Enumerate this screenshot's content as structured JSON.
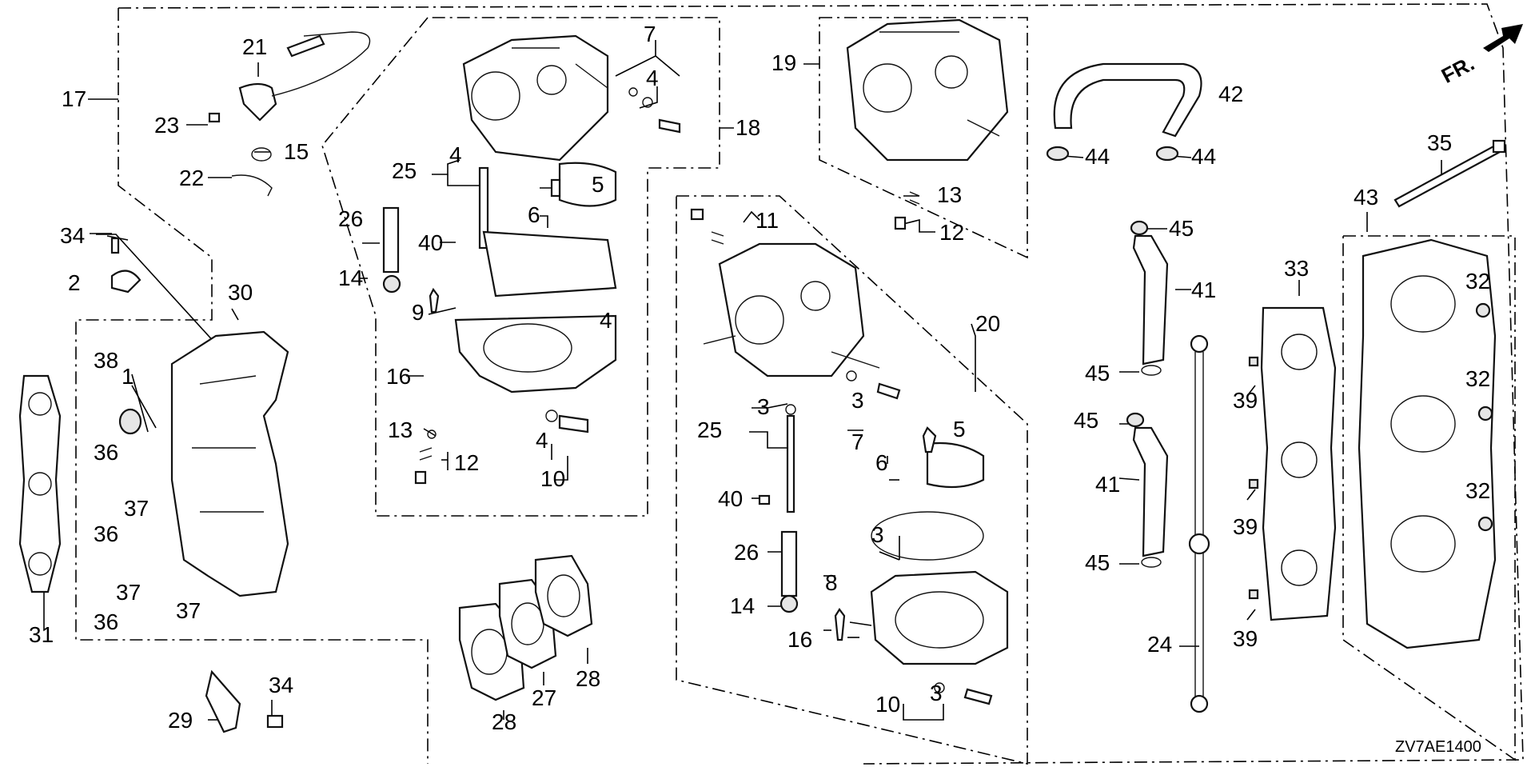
{
  "diagram": {
    "drawing_code": "ZV7AE1400",
    "direction_label": "FR.",
    "callouts": {
      "c1": "1",
      "c2": "2",
      "c3a": "3",
      "c3b": "3",
      "c3c": "3",
      "c3d": "3",
      "c4a": "4",
      "c4b": "4",
      "c4c": "4",
      "c4d": "4",
      "c5a": "5",
      "c5b": "5",
      "c6a": "6",
      "c6b": "6",
      "c7a": "7",
      "c7b": "7",
      "c8": "8",
      "c9": "9",
      "c10a": "10",
      "c10b": "10",
      "c11": "11",
      "c12a": "12",
      "c12b": "12",
      "c13a": "13",
      "c13b": "13",
      "c14a": "14",
      "c14b": "14",
      "c15": "15",
      "c16a": "16",
      "c16b": "16",
      "c17": "17",
      "c18": "18",
      "c19": "19",
      "c20": "20",
      "c21": "21",
      "c22": "22",
      "c23": "23",
      "c24": "24",
      "c25a": "25",
      "c25b": "25",
      "c26a": "26",
      "c26b": "26",
      "c27": "27",
      "c28a": "28",
      "c28b": "28",
      "c29": "29",
      "c30": "30",
      "c31": "31",
      "c32a": "32",
      "c32b": "32",
      "c32c": "32",
      "c33": "33",
      "c34a": "34",
      "c34b": "34",
      "c35": "35",
      "c36a": "36",
      "c36b": "36",
      "c36c": "36",
      "c37a": "37",
      "c37b": "37",
      "c37c": "37",
      "c38": "38",
      "c39a": "39",
      "c39b": "39",
      "c39c": "39",
      "c40a": "40",
      "c40b": "40",
      "c41a": "41",
      "c41b": "41",
      "c42": "42",
      "c43": "43",
      "c44a": "44",
      "c44b": "44",
      "c45a": "45",
      "c45b": "45",
      "c45c": "45",
      "c45d": "45"
    }
  }
}
